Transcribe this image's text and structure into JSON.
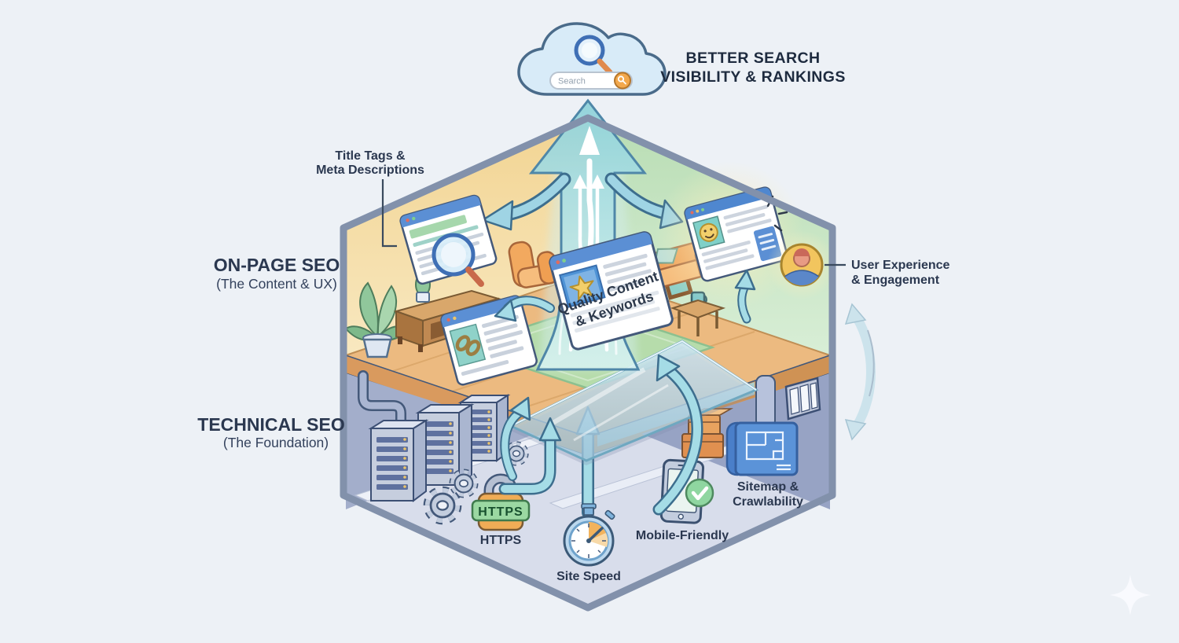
{
  "headline": {
    "line1": "BETTER SEARCH",
    "line2": "VISIBILITY & RANKINGS"
  },
  "cloud": {
    "search_placeholder": "Search"
  },
  "sections": {
    "on_page": {
      "title": "ON-PAGE SEO",
      "subtitle": "(The Content & UX)"
    },
    "technical": {
      "title": "TECHNICAL SEO",
      "subtitle": "(The Foundation)"
    }
  },
  "callouts": {
    "title_tags": {
      "line1": "Title Tags &",
      "line2": "Meta Descriptions"
    },
    "user_experience": {
      "line1": "User Experience",
      "line2": "& Engagement"
    },
    "quality_content": {
      "line1": "Quality Content",
      "line2": "& Keywords"
    },
    "sitemap": {
      "line1": "Sitemap &",
      "line2": "Crawlability"
    },
    "https_badge": "HTTPS",
    "https_label": "HTTPS",
    "site_speed": "Site Speed",
    "mobile_friendly": "Mobile-Friendly"
  },
  "colors": {
    "background": "#edf1f6",
    "outline": "#8291ab",
    "headline_text": "#1e2b3f",
    "label_text": "#2b3850",
    "wall_left_yellow": "#f4d899",
    "wall_right_green": "#c9e6c3",
    "floor_wood": "#ecba80",
    "basement_wall": "#a3aecb",
    "basement_floor": "#d8ddeb",
    "arrow_teal": "#a5dce6",
    "browser_bar_blue": "#5b8fd4",
    "check_green": "#8fd6a0",
    "lock_orange": "#f0ac56",
    "lock_plate_green": "#9bd8a2",
    "star_yellow": "#f2cf6b"
  }
}
